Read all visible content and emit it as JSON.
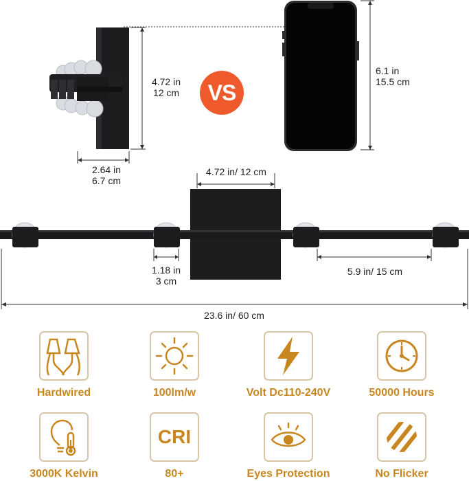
{
  "dimensions": {
    "fixture_height": "4.72 in\n12 cm",
    "fixture_depth": "2.64 in\n6.7 cm",
    "vs_label": "VS",
    "phone_height": "6.1 in\n15.5 cm",
    "plate_width": "4.72 in/ 12 cm",
    "bulb_width": "1.18 in\n3 cm",
    "bulb_spacing": "5.9 in/ 15 cm",
    "total_length": "23.6 in/ 60 cm"
  },
  "features": [
    {
      "label": "Hardwired",
      "icon": "hardwired-wires-icon"
    },
    {
      "label": "100lm/w",
      "icon": "sun-icon"
    },
    {
      "label": "Volt Dc110-240V",
      "icon": "lightning-bolt-icon"
    },
    {
      "label": "50000 Hours",
      "icon": "clock-icon"
    },
    {
      "label": "3000K Kelvin",
      "icon": "bulb-thermometer-icon"
    },
    {
      "label": "80+",
      "icon": "cri-text-icon",
      "icon_text": "CRI"
    },
    {
      "label": "Eyes Protection",
      "icon": "eye-icon"
    },
    {
      "label": "No Flicker",
      "icon": "stripes-icon"
    }
  ],
  "colors": {
    "accent_gold": "#c8861f",
    "vs_badge": "#ef5a2c",
    "fixture": "#1b1b1d"
  }
}
